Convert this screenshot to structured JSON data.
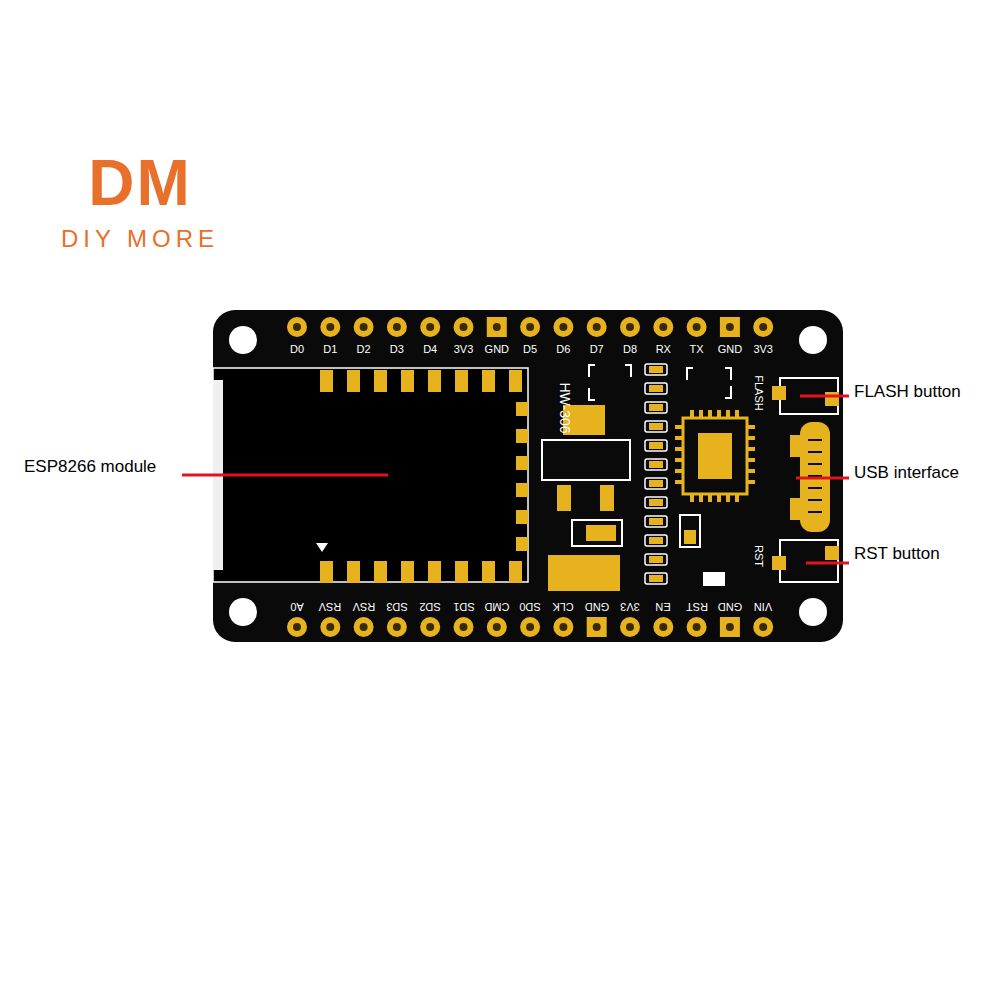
{
  "diagram": {
    "labels": [
      "DM",
      "DIY MORE",
      "D0",
      "D1",
      "D2",
      "D3",
      "D4",
      "3V3",
      "GND",
      "D5",
      "D6",
      "D7",
      "D8",
      "RX",
      "TX",
      "GND",
      "3V3",
      "HW-306",
      "FLASH",
      "ESP8266 module",
      "FLASH button",
      "USB interface",
      "RST",
      "RST button",
      "A0",
      "RSV",
      "RSV",
      "SD3",
      "SD2",
      "SD1",
      "CMD",
      "SD0",
      "CLK",
      "GND",
      "3V3",
      "EN",
      "RST",
      "GND",
      "VIN"
    ]
  }
}
